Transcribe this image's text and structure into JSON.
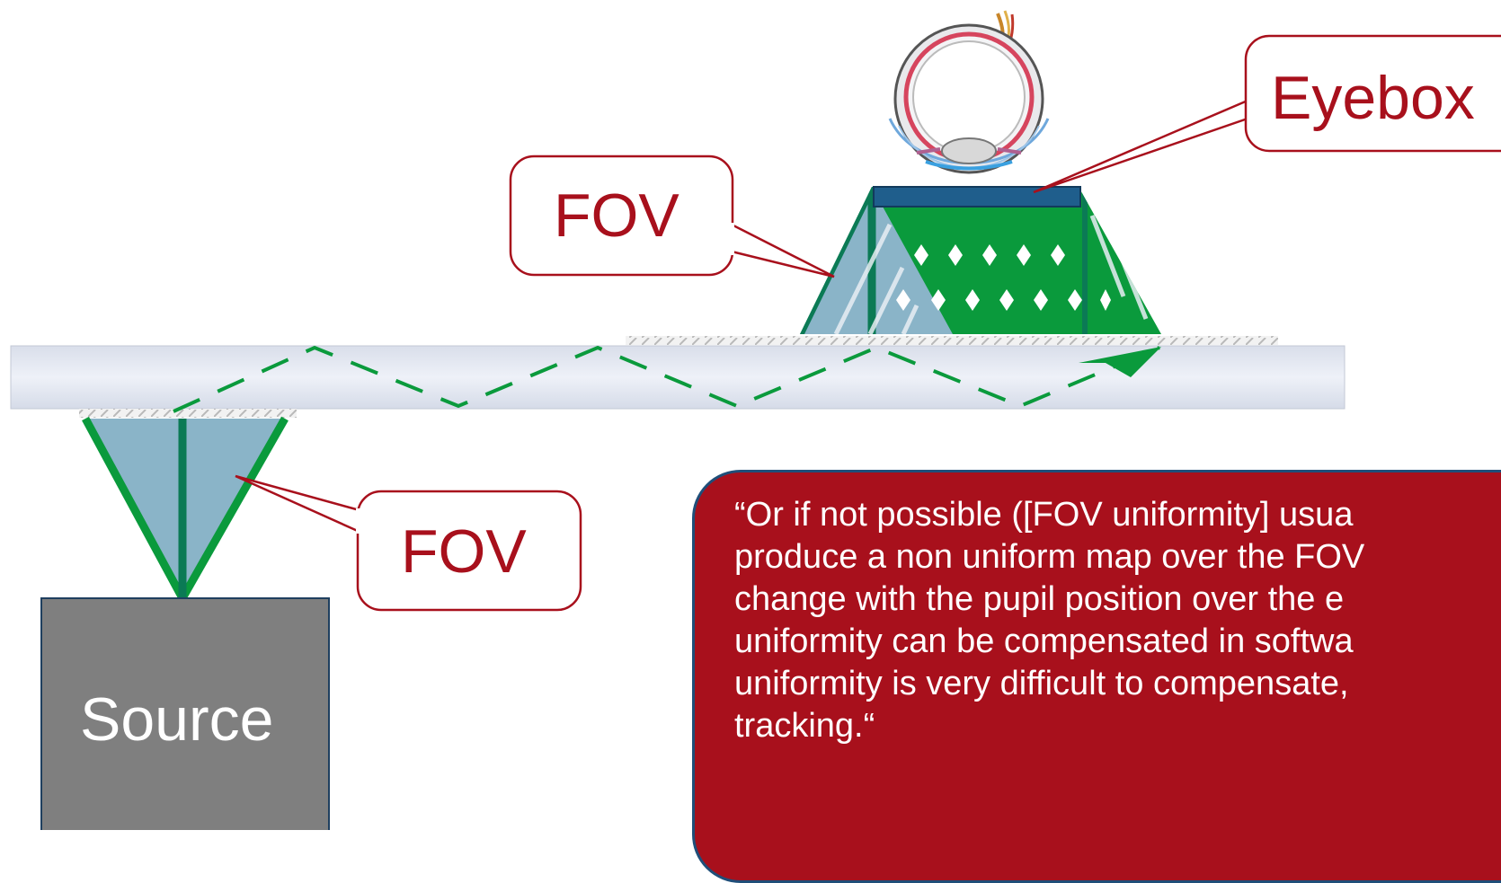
{
  "labels": {
    "eyebox": "Eyebox",
    "fov_top": "FOV",
    "fov_bottom": "FOV",
    "source": "Source"
  },
  "quote": {
    "lines": [
      "“Or if not possible ([FOV uniformity] usua",
      "produce a non uniform map over the FOV",
      "change with the pupil position over the e",
      "uniformity can be compensated in softwa",
      "uniformity is very difficult to compensate,",
      "tracking.“"
    ]
  },
  "colors": {
    "accent_red": "#a8101c",
    "ray_green": "#0a9a3c",
    "ray_dark_green": "#0b7a55",
    "cone_fill": "#8ab4c8",
    "waveguide": "#e4e8f2",
    "eyebox_bar": "#1f5e8c",
    "source_box": "#7f7f7f"
  },
  "icons": {
    "eye": "eye-cross-section-icon"
  }
}
